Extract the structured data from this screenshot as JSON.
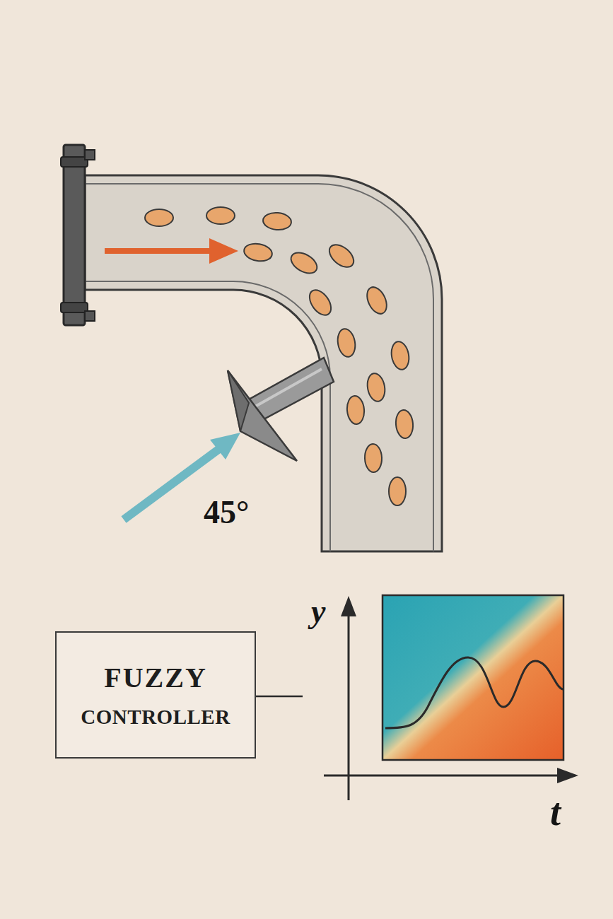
{
  "diagram": {
    "nodes": [
      {
        "text": [
          "FUZZY",
          "CONTROLLER"
        ]
      }
    ],
    "labels": [
      "45°",
      "y",
      "t"
    ]
  }
}
